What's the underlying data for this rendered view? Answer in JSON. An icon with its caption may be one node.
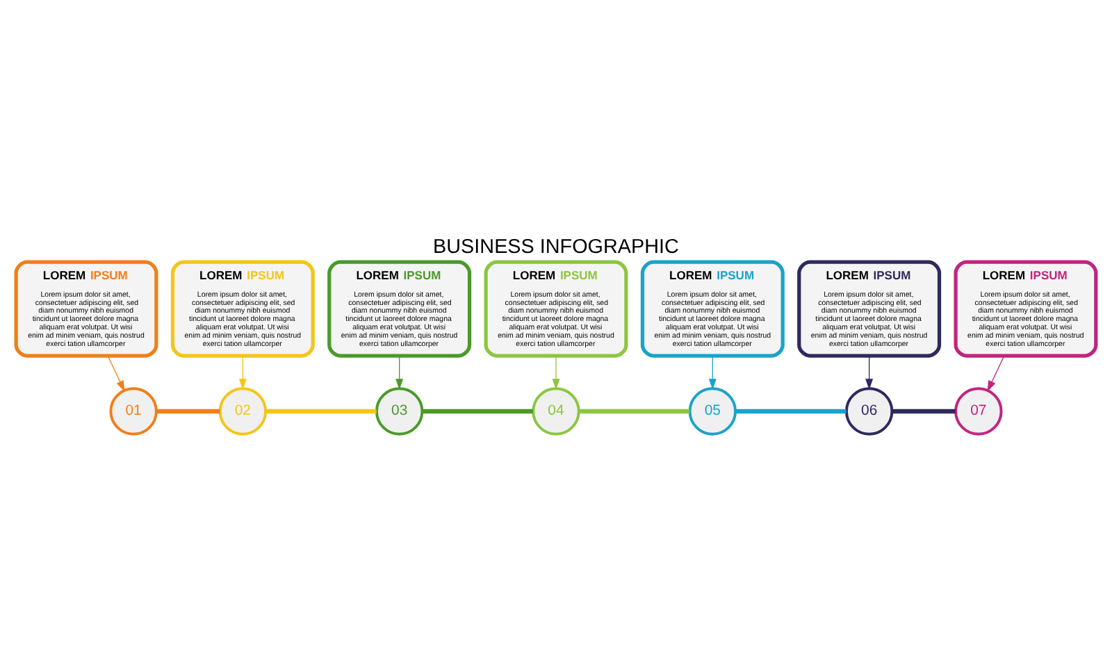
{
  "diagram": {
    "title": "BUSINESS INFOGRAPHIC",
    "nodes": [
      {
        "text": [
          "LOREM IPSUM",
          "Lorem ipsum dolor sit amet, consectetuer adipiscing elit, sed diam nonummy nibh euismod tincidunt ut laoreet dolore magna aliquam erat volutpat. Ut wisi enim ad minim veniam, quis nostrud exerci tation ullamcorper"
        ]
      },
      {
        "text": [
          "LOREM IPSUM",
          "Lorem ipsum dolor sit amet, consectetuer adipiscing elit, sed diam nonummy nibh euismod tincidunt ut laoreet dolore magna aliquam erat volutpat. Ut wisi enim ad minim veniam, quis nostrud exerci tation ullamcorper"
        ]
      },
      {
        "text": [
          "LOREM IPSUM",
          "Lorem ipsum dolor sit amet, consectetuer adipiscing elit, sed diam nonummy nibh euismod tincidunt ut laoreet dolore magna aliquam erat volutpat. Ut wisi enim ad minim veniam, quis nostrud exerci tation ullamcorper"
        ]
      },
      {
        "text": [
          "LOREM IPSUM",
          "Lorem ipsum dolor sit amet, consectetuer adipiscing elit, sed diam nonummy nibh euismod tincidunt ut laoreet dolore magna aliquam erat volutpat. Ut wisi enim ad minim veniam, quis nostrud exerci tation ullamcorper"
        ]
      },
      {
        "text": [
          "LOREM IPSUM",
          "Lorem ipsum dolor sit amet, consectetuer adipiscing elit, sed diam nonummy nibh euismod tincidunt ut laoreet dolore magna aliquam erat volutpat. Ut wisi enim ad minim veniam, quis nostrud exerci tation ullamcorper"
        ]
      },
      {
        "text": [
          "LOREM IPSUM",
          "Lorem ipsum dolor sit amet, consectetuer adipiscing elit, sed diam nonummy nibh euismod tincidunt ut laoreet dolore magna aliquam erat volutpat. Ut wisi enim ad minim veniam, quis nostrud exerci tation ullamcorper"
        ]
      },
      {
        "text": [
          "LOREM IPSUM",
          "Lorem ipsum dolor sit amet, consectetuer adipiscing elit, sed diam nonummy nibh euismod tincidunt ut laoreet dolore magna aliquam erat volutpat. Ut wisi enim ad minim veniam, quis nostrud exerci tation ullamcorper"
        ]
      },
      {
        "text": [
          "01"
        ]
      },
      {
        "text": [
          "02"
        ]
      },
      {
        "text": [
          "03"
        ]
      },
      {
        "text": [
          "04"
        ]
      },
      {
        "text": [
          "05"
        ]
      },
      {
        "text": [
          "06"
        ]
      },
      {
        "text": [
          "07"
        ]
      }
    ],
    "edges": [
      {
        "from": 0,
        "to": 7,
        "arrow": "to",
        "color": "#f07f1a"
      },
      {
        "from": 1,
        "to": 8,
        "arrow": "to",
        "color": "#f5c518"
      },
      {
        "from": 2,
        "to": 9,
        "arrow": "to",
        "color": "#4a9a2a"
      },
      {
        "from": 3,
        "to": 10,
        "arrow": "to",
        "color": "#8cc63f"
      },
      {
        "from": 4,
        "to": 11,
        "arrow": "to",
        "color": "#1aa3c9"
      },
      {
        "from": 5,
        "to": 12,
        "arrow": "to",
        "color": "#2e2a5e"
      },
      {
        "from": 6,
        "to": 13,
        "arrow": "to",
        "color": "#c2247f"
      },
      {
        "from": 7,
        "to": 8,
        "arrow": "none",
        "style": "thick",
        "color": "#f07f1a"
      },
      {
        "from": 8,
        "to": 9,
        "arrow": "none",
        "style": "thick",
        "color": "#f5c518"
      },
      {
        "from": 9,
        "to": 10,
        "arrow": "none",
        "style": "thick",
        "color": "#4a9a2a"
      },
      {
        "from": 10,
        "to": 11,
        "arrow": "none",
        "style": "thick",
        "color": "#8cc63f"
      },
      {
        "from": 11,
        "to": 12,
        "arrow": "none",
        "style": "thick",
        "color": "#1aa3c9"
      },
      {
        "from": 12,
        "to": 13,
        "arrow": "none",
        "style": "thick",
        "color": "#2e2a5e"
      }
    ]
  }
}
